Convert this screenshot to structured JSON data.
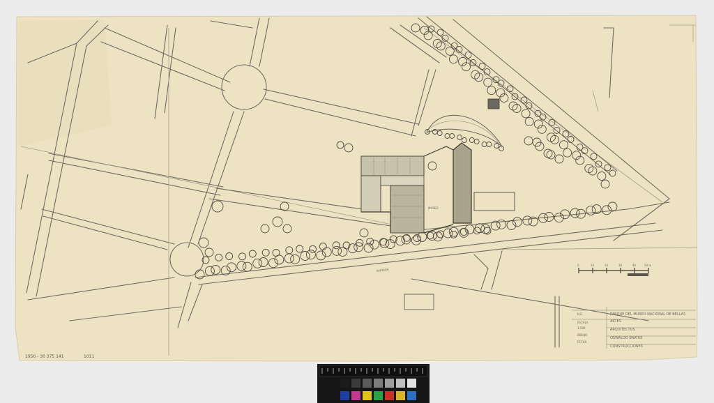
{
  "drawing": {
    "inventory_mark": "1956 - 30 375 141",
    "inventory_mark_2": "1011",
    "title_block": {
      "lines": [
        "PARQUE DEL MUSEO NACIONAL DE BELLAS",
        "ARTES",
        "ARQUITECTOS",
        "OSWALDO BRATKE",
        "CONSTRUCCIONES"
      ],
      "left_lines": [
        "N.E.",
        "ESCALA",
        "1:500",
        "DIBUJO",
        "FECHA"
      ]
    },
    "scale_bar_labels": [
      "0",
      "10",
      "20",
      "30",
      "40",
      "50 m"
    ],
    "street_label": "AVENIDA",
    "building_label": "MUSEO"
  },
  "color_card": {
    "top_row": [
      "#1b1b1b",
      "#3a3a3a",
      "#5b5b5b",
      "#7c7c7c",
      "#9d9d9d",
      "#bfbfbf",
      "#e2e2e2"
    ],
    "bottom_row": [
      "#1f3fa0",
      "#c23a8e",
      "#e0c21d",
      "#2aa147",
      "#c8312a",
      "#d8b42a",
      "#2a6fc2"
    ]
  }
}
